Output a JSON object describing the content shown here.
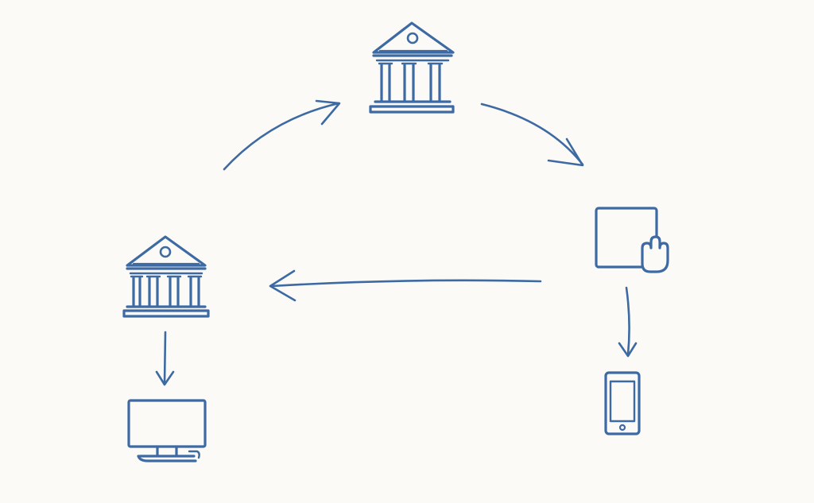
{
  "diagram": {
    "style": "hand-drawn sketch",
    "background_color": "#fbfaf6",
    "ink_color": "#3d6aa3",
    "nodes": [
      {
        "id": "bank-top",
        "icon": "bank-icon"
      },
      {
        "id": "bank-left",
        "icon": "bank-icon"
      },
      {
        "id": "tablet-tap",
        "icon": "tablet-touch-icon"
      },
      {
        "id": "desktop",
        "icon": "desktop-monitor-icon"
      },
      {
        "id": "phone",
        "icon": "smartphone-icon"
      }
    ],
    "edges": [
      {
        "from": "bank-left",
        "to": "bank-top",
        "shape": "curved-arrow"
      },
      {
        "from": "bank-top",
        "to": "tablet-tap",
        "shape": "curved-arrow"
      },
      {
        "from": "tablet-tap",
        "to": "bank-left",
        "shape": "straight-arrow"
      },
      {
        "from": "bank-left",
        "to": "desktop",
        "shape": "straight-arrow"
      },
      {
        "from": "tablet-tap",
        "to": "phone",
        "shape": "straight-arrow"
      }
    ]
  }
}
